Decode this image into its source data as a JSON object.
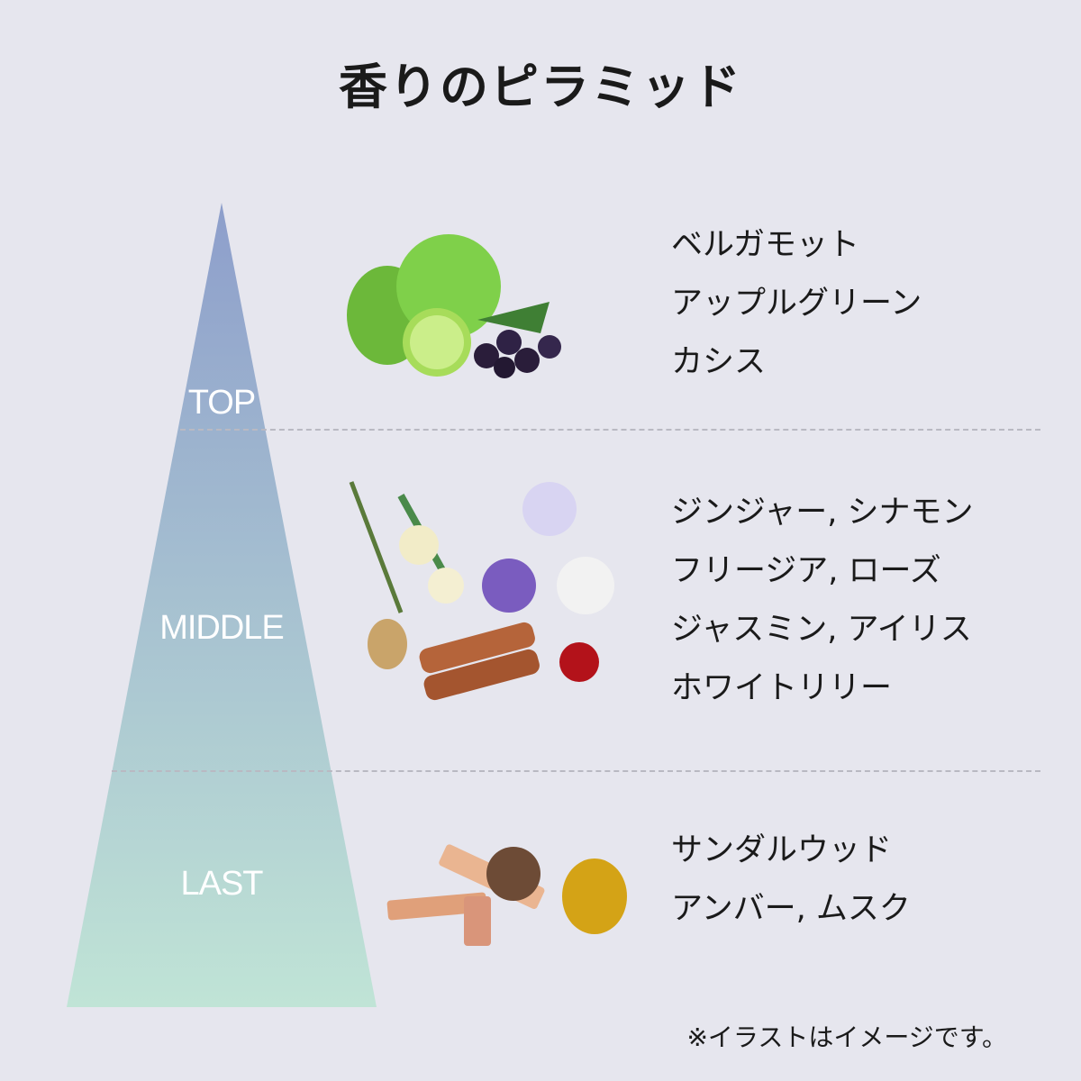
{
  "title": "香りのピラミッド",
  "pyramid": {
    "levels": [
      "TOP",
      "MIDDLE",
      "LAST"
    ],
    "gradient_top": "#8d9ecb",
    "gradient_bottom": "#c0e4d6"
  },
  "notes": {
    "top": [
      "ベルガモット",
      "アップルグリーン",
      "カシス"
    ],
    "middle": [
      "ジンジャー, シナモン",
      "フリージア, ローズ",
      "ジャスミン, アイリス",
      "ホワイトリリー"
    ],
    "last": [
      "サンダルウッド",
      "アンバー, ムスク"
    ]
  },
  "footnote": "※イラストはイメージです。"
}
